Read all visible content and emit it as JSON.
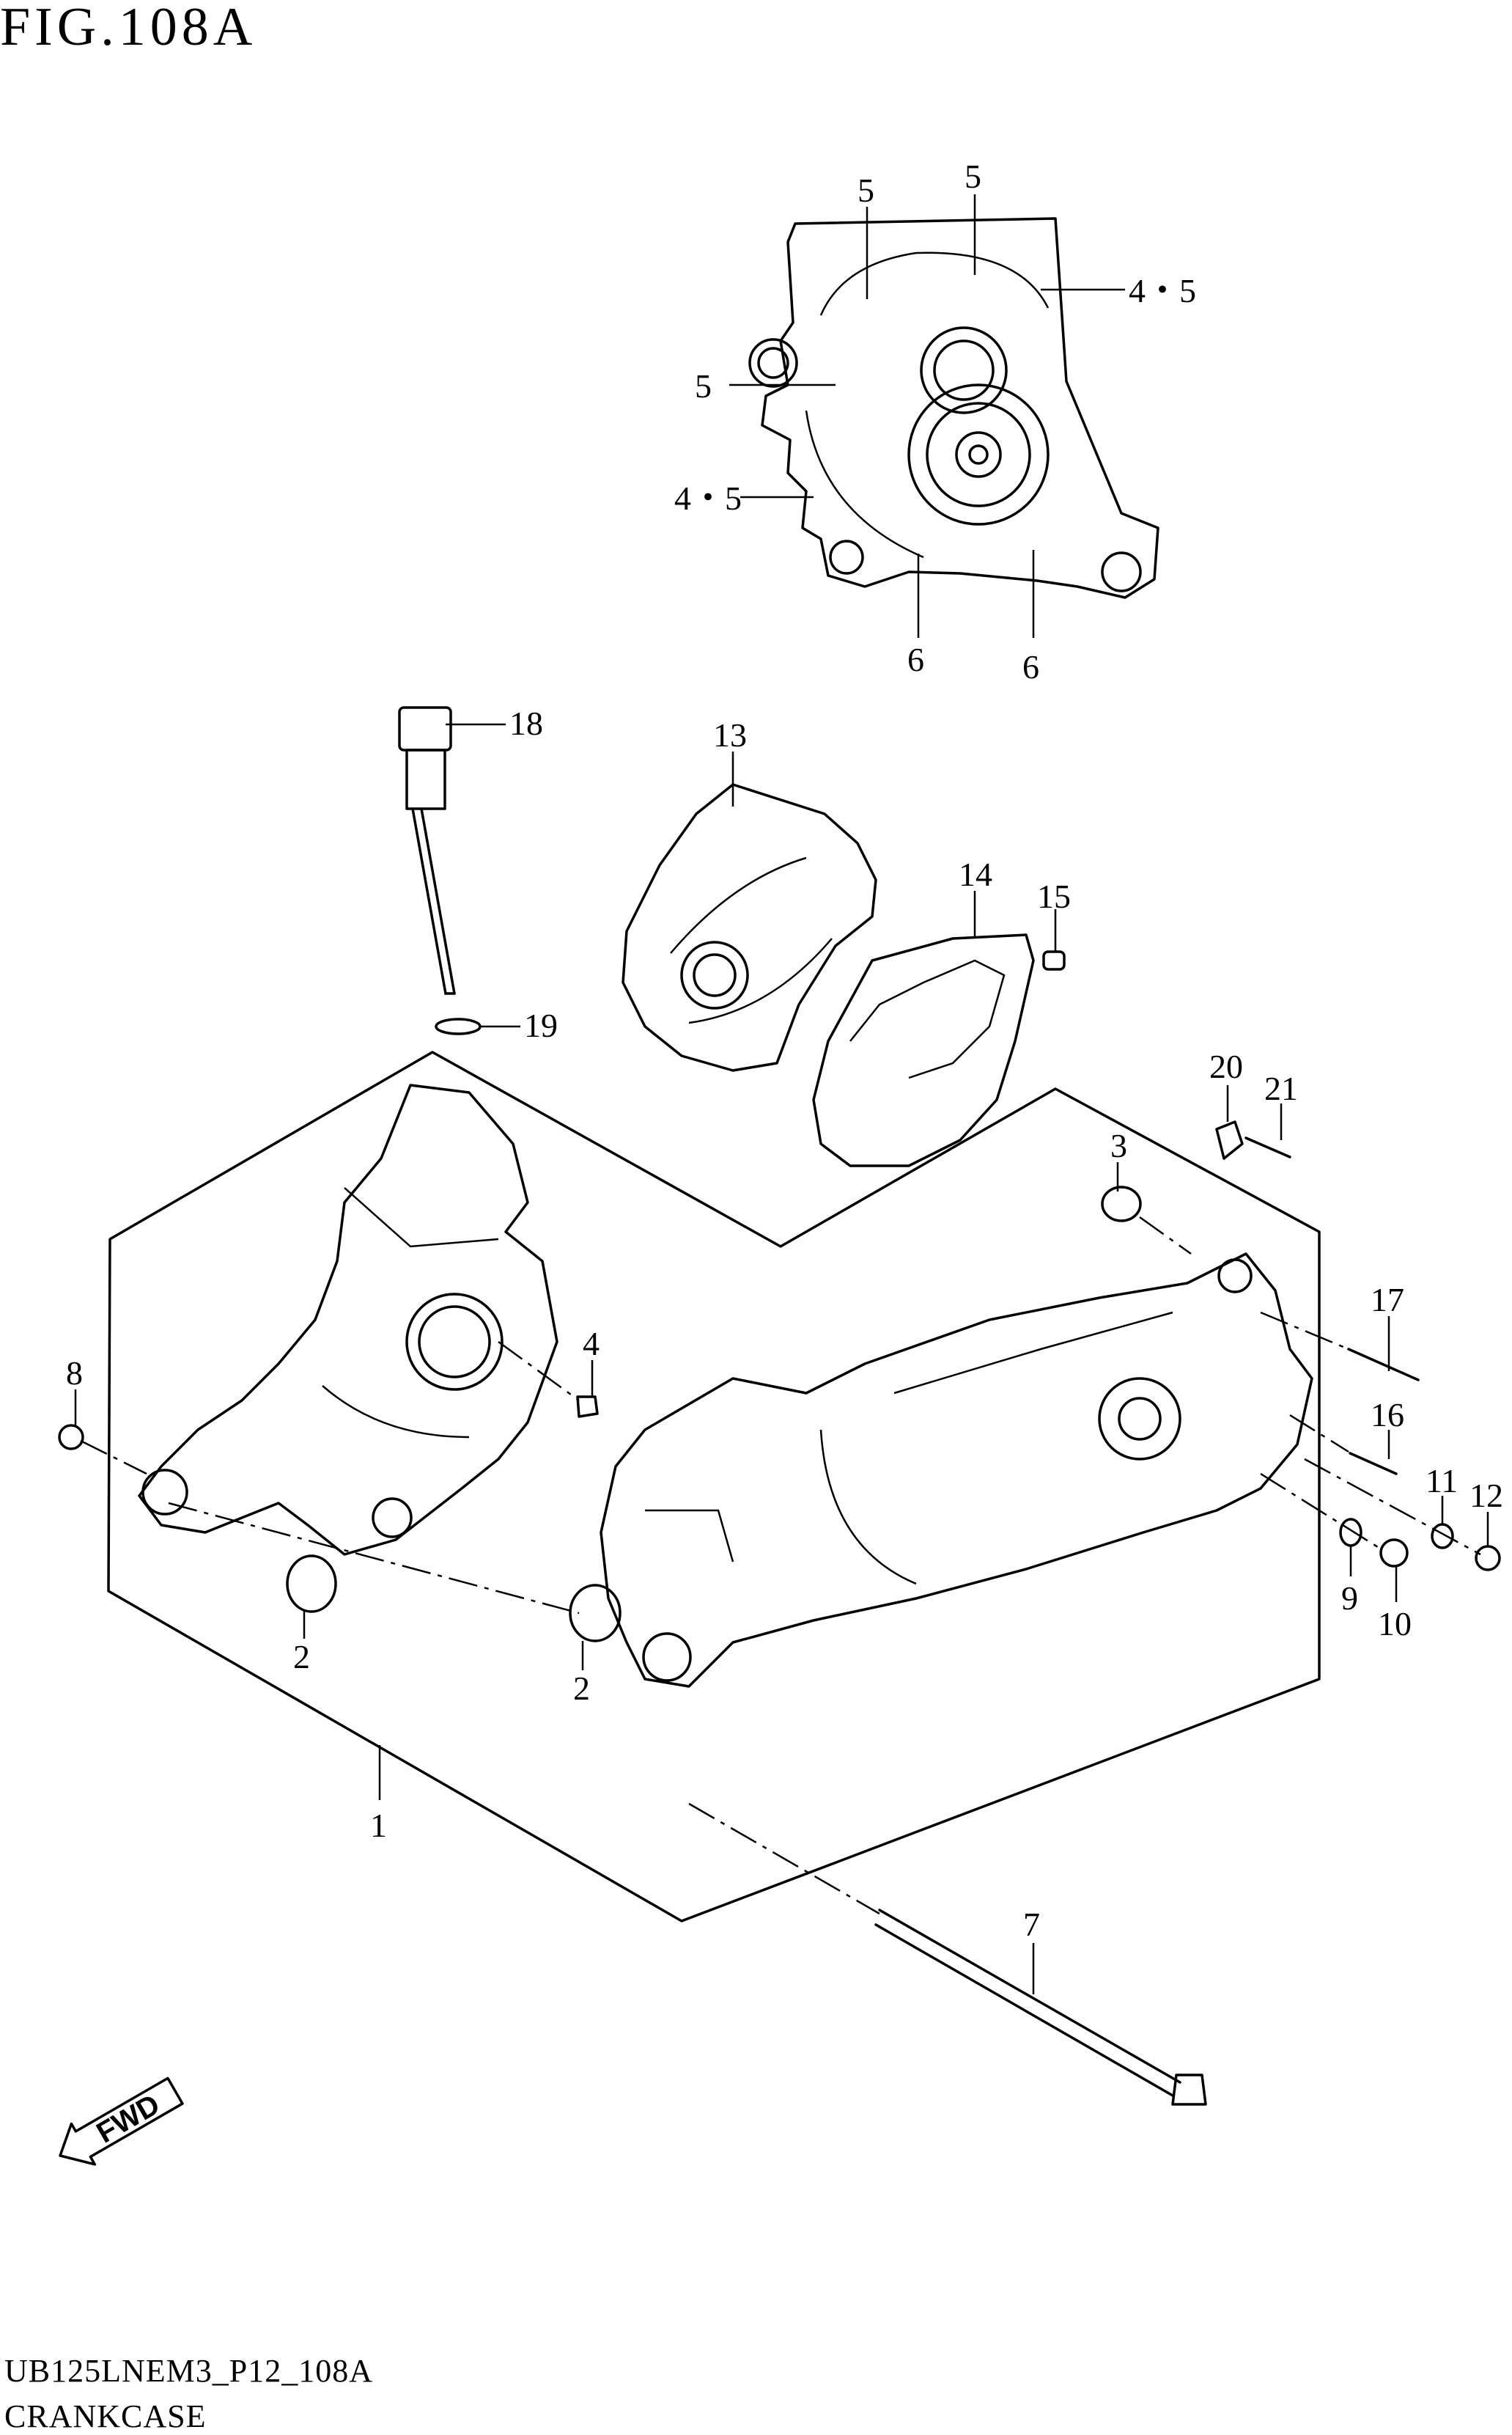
{
  "figure": {
    "title": "FIG.108A",
    "code": "UB125LNEM3_P12_108A",
    "name": "CRANKCASE"
  },
  "callouts": [
    "5",
    "5",
    "4・5",
    "5",
    "4・5",
    "6",
    "6",
    "18",
    "13",
    "14",
    "15",
    "19",
    "20",
    "21",
    "3",
    "17",
    "4",
    "8",
    "16",
    "11",
    "12",
    "9",
    "10",
    "2",
    "2",
    "1",
    "7"
  ],
  "fwd_label": "FWD"
}
